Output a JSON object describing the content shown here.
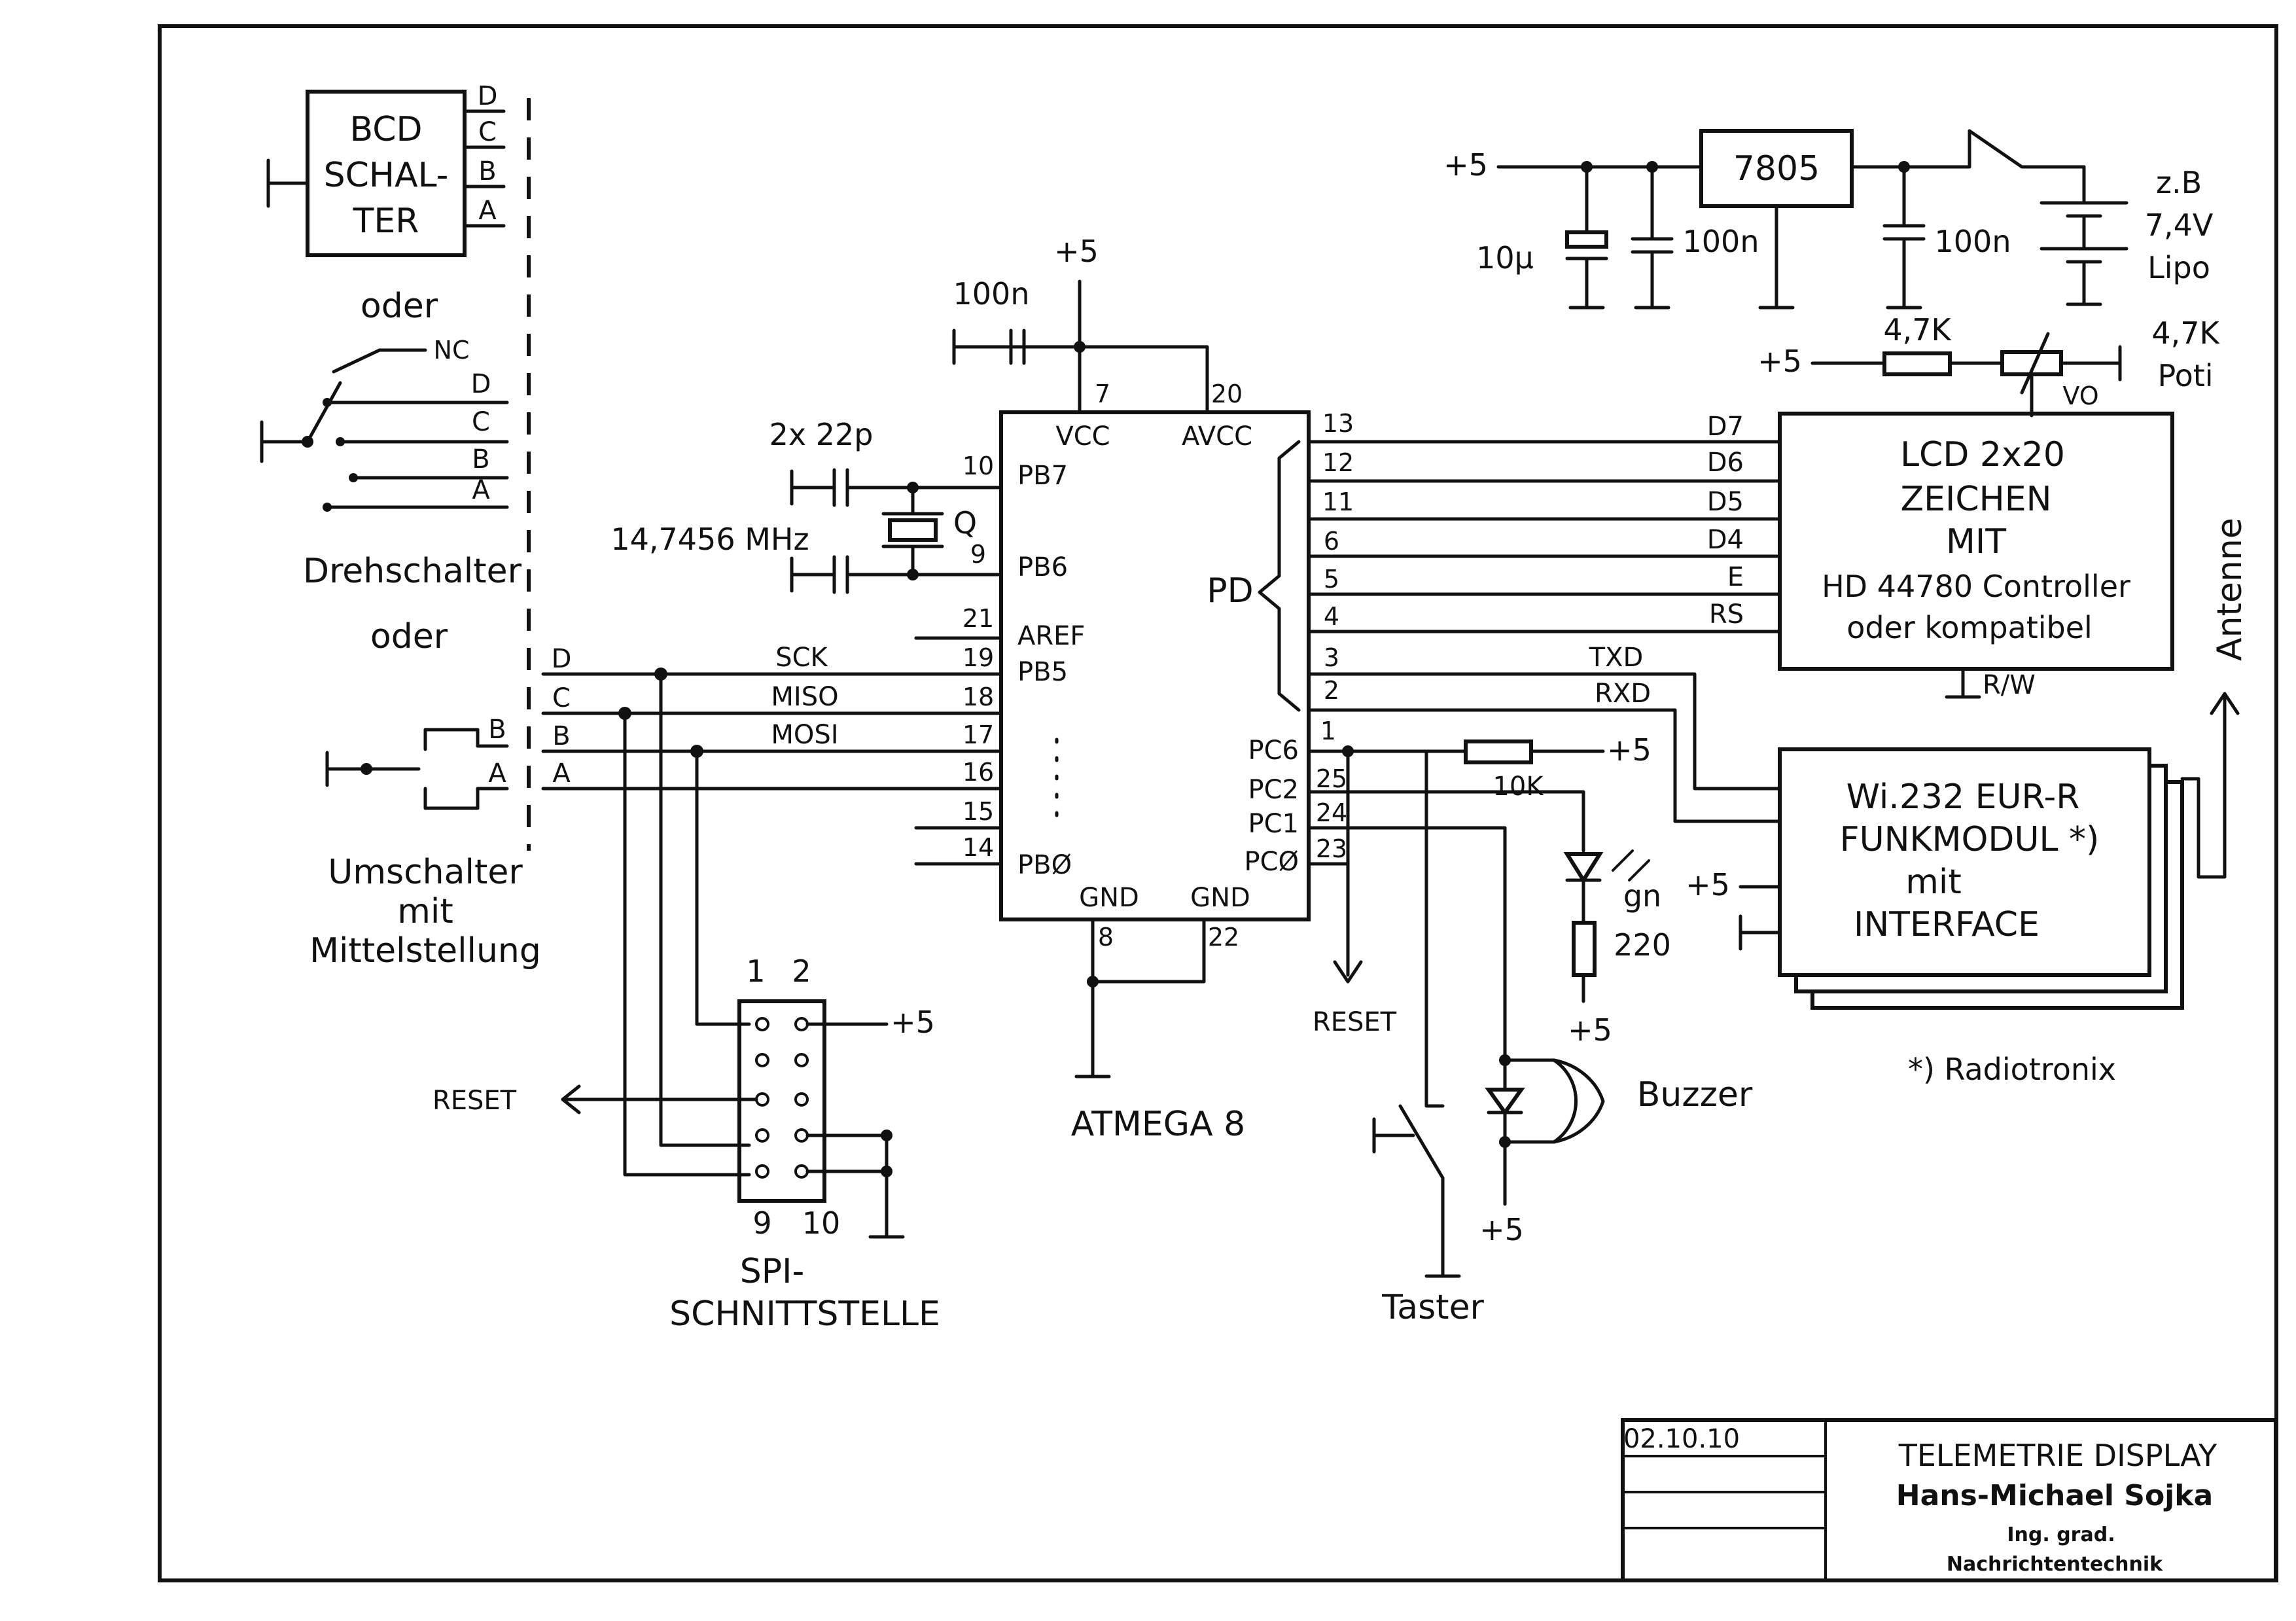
{
  "colors": {
    "ink": "#111111",
    "paper": "#ffffff"
  },
  "switches": {
    "bcd_title": [
      "BCD",
      "SCHAL-",
      "TER"
    ],
    "bcd_pins": [
      "D",
      "C",
      "B",
      "A"
    ],
    "oder1": "oder",
    "rotary_nc": "NC",
    "rotary_pins": [
      "D",
      "C",
      "B",
      "A"
    ],
    "rotary_label": "Drehschalter",
    "oder2": "oder",
    "toggle_pins": [
      "B",
      "A"
    ],
    "toggle_label": [
      "Umschalter",
      "mit",
      "Mittelstellung"
    ],
    "bus_pins": [
      "D",
      "C",
      "B",
      "A"
    ]
  },
  "mcu": {
    "name": "ATMEGA 8",
    "vcc_top": "+5",
    "cap_top": "100n",
    "pin_vcc": "7",
    "pin_avcc": "20",
    "lbl_vcc": "VCC",
    "lbl_avcc": "AVCC",
    "left_pins": [
      {
        "num": "10",
        "label": "PB7"
      },
      {
        "num": "9",
        "label": "PB6"
      },
      {
        "num": "21",
        "label": "AREF"
      },
      {
        "num": "19",
        "label": "PB5"
      },
      {
        "num": "18",
        "label": ""
      },
      {
        "num": "17",
        "label": ""
      },
      {
        "num": "16",
        "label": ""
      },
      {
        "num": "15",
        "label": ""
      },
      {
        "num": "14",
        "label": "PBØ"
      }
    ],
    "spi_signals": [
      "SCK",
      "MISO",
      "MOSI"
    ],
    "right_pd_pins": [
      "13",
      "12",
      "11",
      "6",
      "5",
      "4",
      "3",
      "2"
    ],
    "pd_label": "PD",
    "pc_pins": [
      {
        "num": "1",
        "label": "PC6"
      },
      {
        "num": "25",
        "label": "PC2"
      },
      {
        "num": "24",
        "label": "PC1"
      },
      {
        "num": "23",
        "label": "PCØ"
      }
    ],
    "gnd_labels": [
      "GND",
      "GND"
    ],
    "gnd_pins": [
      "8",
      "22"
    ]
  },
  "crystal": {
    "caps": "2x 22p",
    "freq": "14,7456 MHz",
    "ref": "Q"
  },
  "power": {
    "vin": "+5",
    "cap1": "10µ",
    "cap2": "100n",
    "regulator": "7805",
    "cap3": "100n",
    "battery": [
      "z.B",
      "7,4V",
      "Lipo"
    ]
  },
  "contrast": {
    "vplus": "+5",
    "resistor": "4,7K",
    "poti": [
      "4,7K",
      "Poti"
    ],
    "vo": "VO"
  },
  "lcd": {
    "lines": [
      "LCD 2x20",
      "ZEICHEN",
      "MIT",
      "HD 44780 Controller",
      "oder kompatibel"
    ],
    "pins": [
      "D7",
      "D6",
      "D5",
      "D4",
      "E",
      "RS"
    ],
    "rw": "R/W"
  },
  "radio": {
    "txd": "TXD",
    "rxd": "RXD",
    "lines": [
      "Wi.232 EUR-R",
      "FUNKMODUL *)",
      "mit",
      "INTERFACE"
    ],
    "vplus": "+5",
    "antenna": "Antenne",
    "note": "*) Radiotronix"
  },
  "periph": {
    "r10k": "10K",
    "vplus_pullup": "+5",
    "led": "gn",
    "r220": "220",
    "vplus_led": "+5",
    "buzzer": "Buzzer",
    "vplus_buzzer": "+5",
    "reset_out": "RESET",
    "taster": "Taster"
  },
  "spi": {
    "pin1": "1",
    "pin2": "2",
    "pin9": "9",
    "pin10": "10",
    "vplus": "+5",
    "reset": "RESET",
    "label": [
      "SPI-",
      "SCHNITTSTELLE"
    ]
  },
  "title_block": {
    "date": "02.10.10",
    "title": "TELEMETRIE DISPLAY",
    "author": "Hans-Michael Sojka",
    "degree": "Ing. grad.",
    "field": "Nachrichtentechnik"
  }
}
